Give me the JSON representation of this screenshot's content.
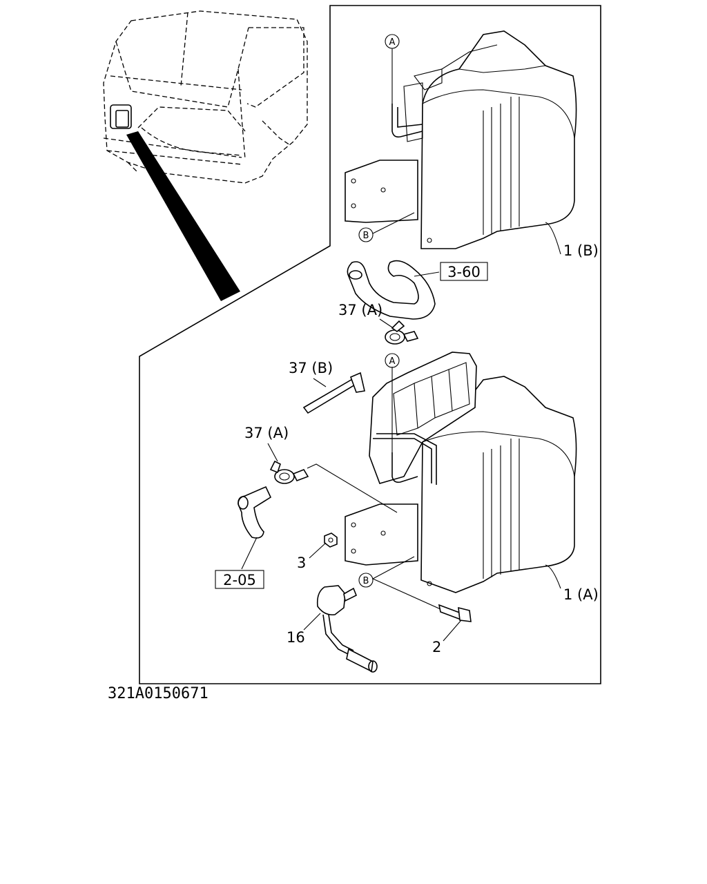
{
  "diagram": {
    "callouts": {
      "a_top": "A",
      "b_top": "B",
      "a_mid": "A",
      "b_bottom": "B"
    },
    "labels": {
      "part_1b": "1 (B)",
      "part_1a": "1 (A)",
      "ref_3_60": "3-60",
      "ref_2_05": "2-05",
      "clip_37a_upper": "37 (A)",
      "clip_37a_lower": "37 (A)",
      "tie_37b": "37 (B)",
      "nut_3": "3",
      "bolt_2": "2",
      "sensor_16": "16"
    },
    "footer_code": "321A0150671"
  }
}
